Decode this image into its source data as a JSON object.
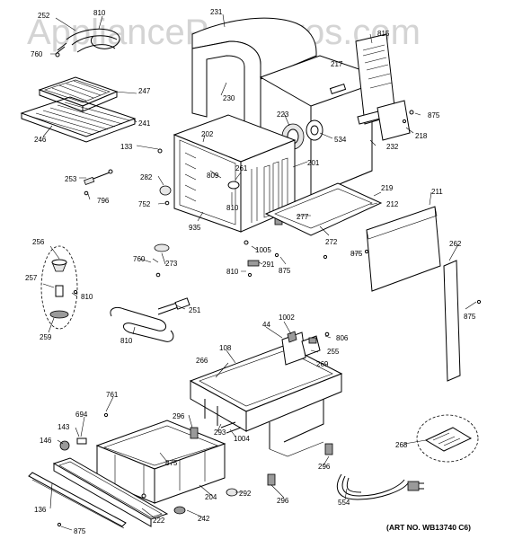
{
  "watermark": "AppliancePartsPros.com",
  "art_number": "(ART NO. WB13740 C6)",
  "callouts": {
    "p252": "252",
    "p810a": "810",
    "p760a": "760",
    "p231": "231",
    "p815": "815",
    "p247": "247",
    "p241": "241",
    "p246": "246",
    "p230": "230",
    "p217": "217",
    "p223": "223",
    "p534": "534",
    "p875a": "875",
    "p218": "218",
    "p232": "232",
    "p133": "133",
    "p202": "202",
    "p201": "201",
    "p261": "261",
    "p809": "809",
    "p253": "253",
    "p796": "796",
    "p282": "282",
    "p752": "752",
    "p810b": "810",
    "p219": "219",
    "p211": "211",
    "p212": "212",
    "p935": "935",
    "p277": "277",
    "p272": "272",
    "p1005": "1005",
    "p291": "291",
    "p875b": "875",
    "p875c": "875",
    "p262": "262",
    "p256": "256",
    "p257": "257",
    "p810c": "810",
    "p760b": "760",
    "p273": "273",
    "p810d": "810",
    "p259": "259",
    "p251": "251",
    "p810e": "810",
    "p875d": "875",
    "p44": "44",
    "p1002": "1002",
    "p806": "806",
    "p108": "108",
    "p255": "255",
    "p266": "266",
    "p269": "269",
    "p761": "761",
    "p694": "694",
    "p143": "143",
    "p146": "146",
    "p296a": "296",
    "p293": "293",
    "p1004": "1004",
    "p268": "268",
    "p875e": "875",
    "p296b": "296",
    "p136": "136",
    "p204": "204",
    "p292": "292",
    "p296c": "296",
    "p554": "554",
    "p222": "222",
    "p242": "242",
    "p875f": "875"
  }
}
